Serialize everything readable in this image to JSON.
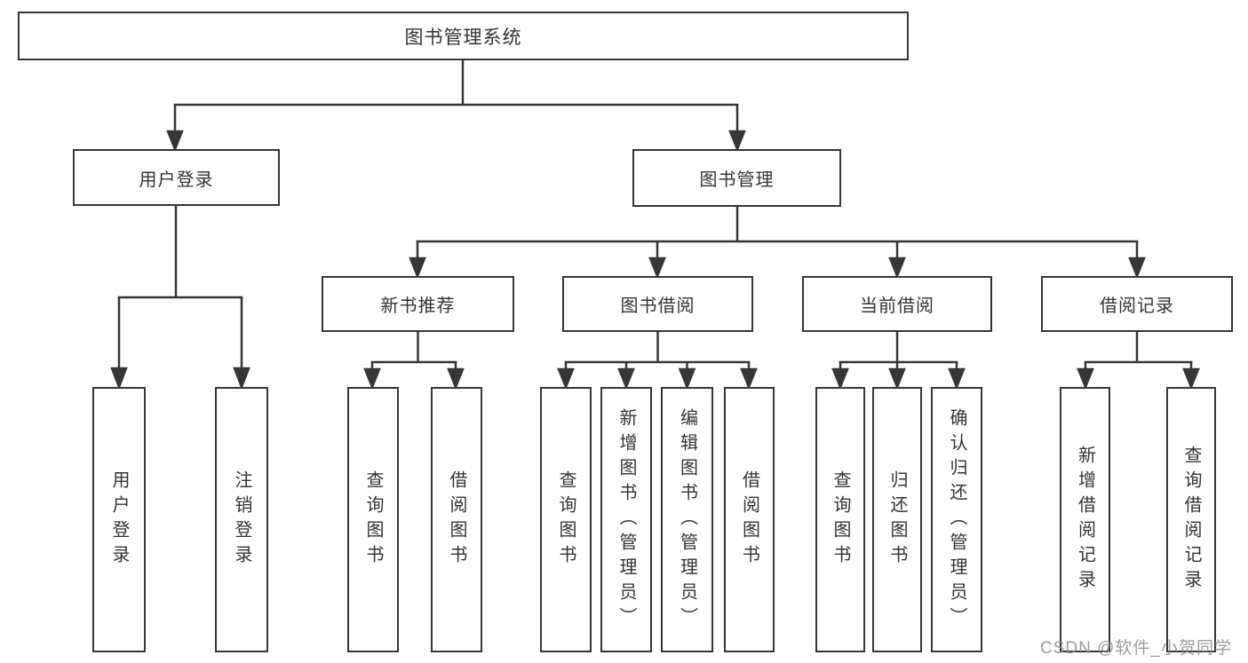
{
  "title": "图书管理系统",
  "tree": {
    "root": {
      "label": "图书管理系统"
    },
    "branches": [
      {
        "label": "用户登录",
        "children": [
          {
            "label": "用户登录"
          },
          {
            "label": "注销登录"
          }
        ]
      },
      {
        "label": "图书管理",
        "children": [
          {
            "label": "新书推荐",
            "children": [
              {
                "label": "查询图书"
              },
              {
                "label": "借阅图书"
              }
            ]
          },
          {
            "label": "图书借阅",
            "children": [
              {
                "label": "查询图书"
              },
              {
                "label": "新增图书（管理员）"
              },
              {
                "label": "编辑图书（管理员）"
              },
              {
                "label": "借阅图书"
              }
            ]
          },
          {
            "label": "当前借阅",
            "children": [
              {
                "label": "查询图书"
              },
              {
                "label": "归还图书"
              },
              {
                "label": "确认归还（管理员）"
              }
            ]
          },
          {
            "label": "借阅记录",
            "children": [
              {
                "label": "新增借阅记录"
              },
              {
                "label": "查询借阅记录"
              }
            ]
          }
        ]
      }
    ]
  },
  "watermark": "CSDN @软件_小贺同学",
  "colors": {
    "line": "#363636",
    "text": "#333333",
    "watermark": "#919191",
    "background": "#ffffff"
  }
}
